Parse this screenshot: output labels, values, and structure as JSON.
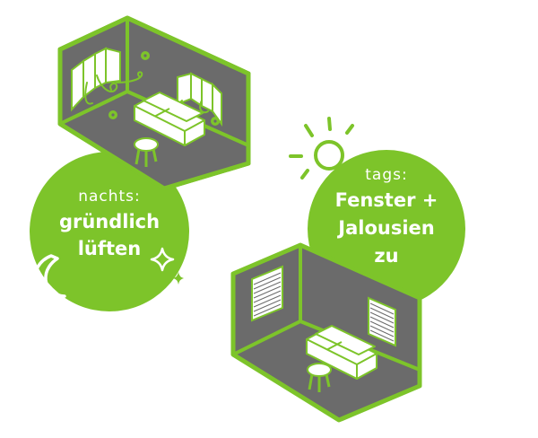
{
  "colors": {
    "green": "#7dc42a",
    "gray": "#6b6b6b",
    "white": "#ffffff"
  },
  "night_panel": {
    "caption": "nachts:",
    "line1": "gründlich",
    "line2": "lüften",
    "icons": [
      "moon-icon",
      "sparkle-icon",
      "small-sparkle-icon"
    ],
    "room_illustration": "room-with-open-windows-and-airflow"
  },
  "day_panel": {
    "caption": "tags:",
    "line1": "Fenster +",
    "line2": "Jalousien",
    "line3": "zu",
    "icons": [
      "sun-icon"
    ],
    "room_illustration": "room-with-closed-blinds"
  }
}
